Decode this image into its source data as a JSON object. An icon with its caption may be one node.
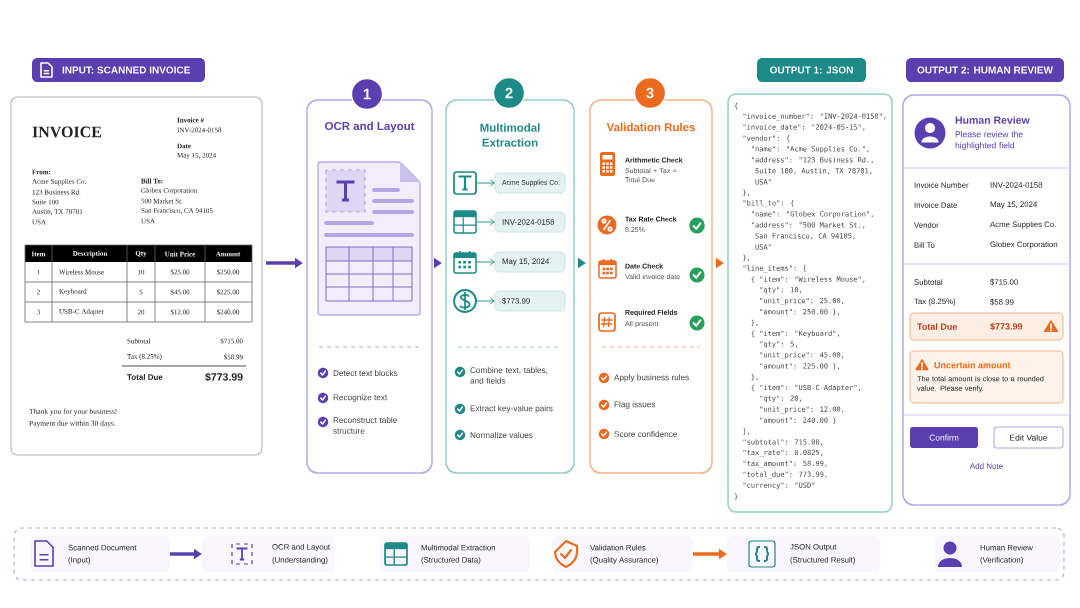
{
  "diagram": {
    "nodes": [
      {
        "text": [
          "INPUT: SCANNED INVOICE"
        ]
      },
      {
        "text": [
          "INVOICE",
          "Invoice #",
          "INV-2024-0158",
          "Date",
          "May 15, 2024",
          "From:",
          "Acme Supplies Co.",
          "123 Business Rd.",
          "Suite 100",
          "Austin, TX 78701",
          "USA",
          "Bill To:",
          "Globex Corporation",
          "500 Market St.",
          "San Francisco, CA 94105",
          "USA",
          "Item",
          "Description",
          "Qty",
          "Unit Price",
          "Amount",
          "1",
          "Wireless Mouse",
          "10",
          "$25.00",
          "$250.00",
          "2",
          "Keyboard",
          "5",
          "$45.00",
          "$225.00",
          "3",
          "USB-C Adapter",
          "20",
          "$12.00",
          "$240.00",
          "Subtotal",
          "$715.00",
          "Tax (8.25%)",
          "$58.99",
          "Total Due",
          "$773.99",
          "Thank you for your business!",
          "Payment due within 30 days."
        ]
      },
      {
        "text": [
          "OCR and Layout",
          "Detect text blocks",
          "Recognize text",
          "Reconstruct table structure"
        ]
      },
      {
        "text": [
          "1"
        ]
      },
      {
        "text": [
          "Multimodal Extraction",
          "Combine text, tables, and fields",
          "Extract key-value pairs",
          "Normalize values"
        ]
      },
      {
        "text": [
          "2"
        ]
      },
      {
        "text": [],
        "shape": "box",
        "in": 4
      },
      {
        "text": [
          "Acme Supplies Co."
        ],
        "in": 4
      },
      {
        "text": [],
        "shape": "box",
        "in": 4
      },
      {
        "text": [
          "INV-2024-0158"
        ],
        "in": 4
      },
      {
        "text": [],
        "shape": "box",
        "in": 4
      },
      {
        "text": [
          "May 15, 2024"
        ],
        "in": 4
      },
      {
        "text": [],
        "shape": "circle",
        "in": 4
      },
      {
        "text": [
          "$773.99"
        ],
        "in": 4
      },
      {
        "text": [
          "Validation Rules",
          "Arithmetic Check",
          "Subtotal + Tax = Total Due",
          "Tax Rate Check",
          "8.25%",
          "Date Check",
          "Valid invoice date",
          "Required Fields",
          "All present",
          "Apply business rules",
          "Flag issues",
          "Score confidence"
        ]
      },
      {
        "text": [
          "3"
        ]
      },
      {
        "text": [
          "OUTPUT 1: JSON"
        ]
      },
      {
        "text": [
          "{",
          "\"invoice_number\": \"INV-2024-0158\",",
          "\"invoice_date\": \"2024-05-15\",",
          "\"vendor\": {",
          "\"name\": \"Acme Supplies Co.\",",
          "\"address\": \"123 Business Rd.,",
          "Suite 100, Austin, TX 78701,",
          "USA\"",
          "},",
          "\"bill_to\": {",
          "\"name\": \"Globex Corporation\",",
          "\"address\": \"500 Market St.,",
          "San Francisco, CA 94105,",
          "USA\"",
          "},",
          "\"line_items\": [",
          "{ \"item\": \"Wireless Mouse\",",
          "\"qty\": 10,",
          "\"unit_price\": 25.00,",
          "\"amount\": 250.00 },",
          "},",
          "{ \"item\": \"Keyboard\",",
          "\"qty\": 5,",
          "\"unit_price\": 45.00,",
          "\"amount\": 225.00 },",
          "},",
          "{ \"item\": \"USB-C Adapter\",",
          "\"qty\": 20,",
          "\"unit_price\": 12.00,",
          "\"amount\": 240.00 }",
          "],",
          "\"subtotal\": 715.00,",
          "\"tax_rate\": 0.0825,",
          "\"tax_amount\": 58.99,",
          "\"total_due\": 773.99,",
          "\"currency\": \"USD\"",
          "}"
        ]
      },
      {
        "text": [
          "OUTPUT 2: HUMAN REVIEW"
        ]
      },
      {
        "text": [
          "Human Review",
          "Please review the highlighted field",
          "Invoice Number",
          "INV-2024-0158",
          "Invoice Date",
          "May 15, 2024",
          "Vendor",
          "Acme Supplies Co.",
          "Bill To",
          "Globex Corporation",
          "Subtotal",
          "$715.00",
          "Tax (8.25%)",
          "$58.99",
          "Add Note"
        ]
      },
      {
        "text": [
          "Total Due",
          "$773.99"
        ],
        "in": 19
      },
      {
        "text": [
          "Uncertain amount",
          "The total amount is close to a rounded value. Please verify."
        ],
        "in": 19
      },
      {
        "text": [
          "Confirm"
        ],
        "in": 19
      },
      {
        "text": [
          "Edit Value"
        ],
        "in": 19
      },
      {
        "text": [],
        "shape": "box"
      },
      {
        "text": [
          "Scanned Document",
          "(Input)"
        ],
        "in": 24
      },
      {
        "text": [
          "OCR and Layout",
          "(Understanding)"
        ],
        "in": 24
      },
      {
        "text": [
          "Multimodal Extraction",
          "(Structured Data)"
        ],
        "in": 24
      },
      {
        "text": [
          "Validation Rules",
          "(Quality Assurance)"
        ],
        "in": 24
      },
      {
        "text": [
          "JSON Output",
          "(Structured Result)"
        ],
        "in": 24
      },
      {
        "text": [
          "Human Review",
          "(Verification)"
        ],
        "in": 24
      }
    ],
    "edges": [
      {
        "from": 1,
        "to": 2,
        "arrow": "to",
        "style": "thick",
        "color": "#5b3fb0"
      },
      {
        "from": 2,
        "to": 4,
        "arrow": "to",
        "style": "thick",
        "color": "#5b3fb0"
      },
      {
        "from": 4,
        "to": 14,
        "arrow": "to",
        "style": "thick"
      },
      {
        "from": 14,
        "to": 17,
        "arrow": "to",
        "style": "thick",
        "color": "#ec6a1e"
      },
      {
        "from": 6,
        "to": 7,
        "arrow": "to"
      },
      {
        "from": 8,
        "to": 9,
        "arrow": "to"
      },
      {
        "from": 10,
        "to": 11,
        "arrow": "to"
      },
      {
        "from": 12,
        "to": 13,
        "arrow": "to"
      },
      {
        "from": 25,
        "to": 26,
        "arrow": "to",
        "style": "thick",
        "color": "#5b3fb0"
      },
      {
        "from": 28,
        "to": 29,
        "arrow": "to",
        "style": "thick",
        "color": "#ec6a1e"
      }
    ]
  }
}
